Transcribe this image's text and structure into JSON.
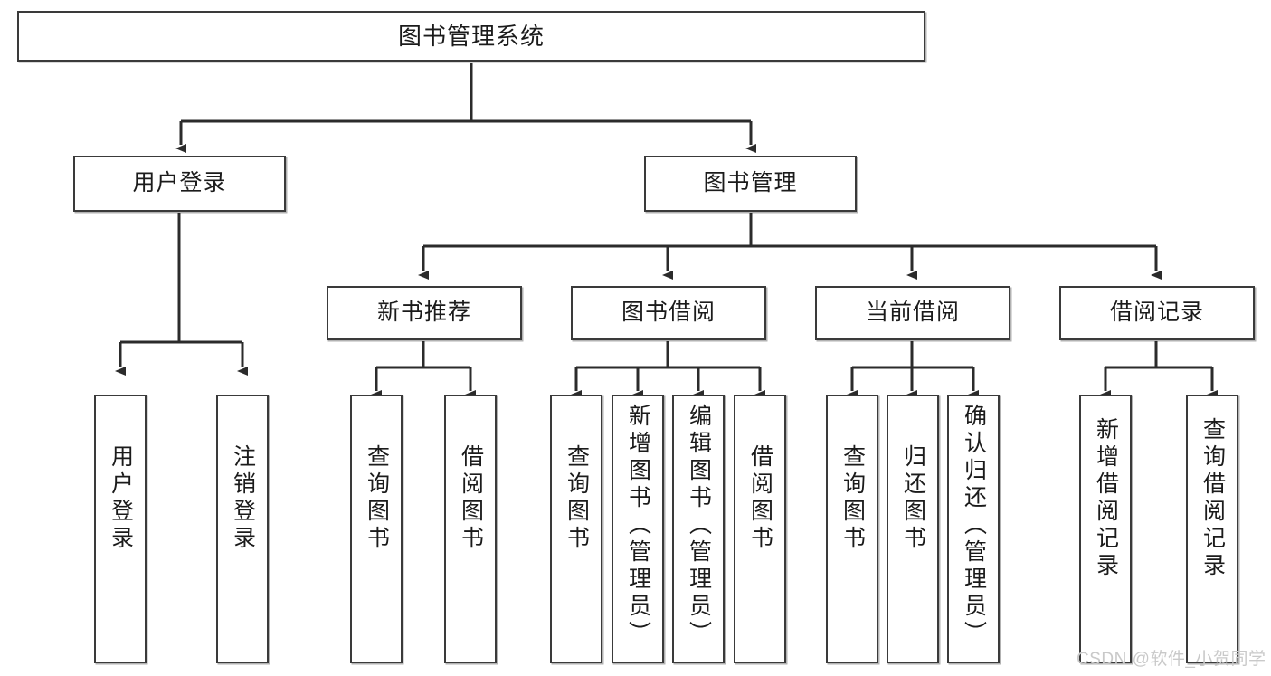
{
  "diagram": {
    "title_node": {
      "label": "图书管理系统"
    },
    "level2": [
      {
        "label": "用户登录"
      },
      {
        "label": "图书管理"
      }
    ],
    "level3": [
      {
        "label": "新书推荐"
      },
      {
        "label": "图书借阅"
      },
      {
        "label": "当前借阅"
      },
      {
        "label": "借阅记录"
      }
    ],
    "leaves": {
      "user_login": [
        {
          "label": "用户登录"
        },
        {
          "label": "注销登录"
        }
      ],
      "new_book_recommend": [
        {
          "label": "查询图书"
        },
        {
          "label": "借阅图书"
        }
      ],
      "book_borrow": [
        {
          "label": "查询图书"
        },
        {
          "label": "新增图书（管理员）"
        },
        {
          "label": "编辑图书（管理员）"
        },
        {
          "label": "借阅图书"
        }
      ],
      "current_borrow": [
        {
          "label": "查询图书"
        },
        {
          "label": "归还图书"
        },
        {
          "label": "确认归还（管理员）"
        }
      ],
      "borrow_record": [
        {
          "label": "新增借阅记录"
        },
        {
          "label": "查询借阅记录"
        }
      ]
    }
  },
  "watermark": {
    "text": "CSDN @软件_小贺同学"
  },
  "colors": {
    "box_border": "#3a3a3a",
    "box_fill": "#ffffff",
    "text": "#1b1b1b",
    "edge": "#2b2b2b",
    "watermark": "#c9c9c9"
  }
}
